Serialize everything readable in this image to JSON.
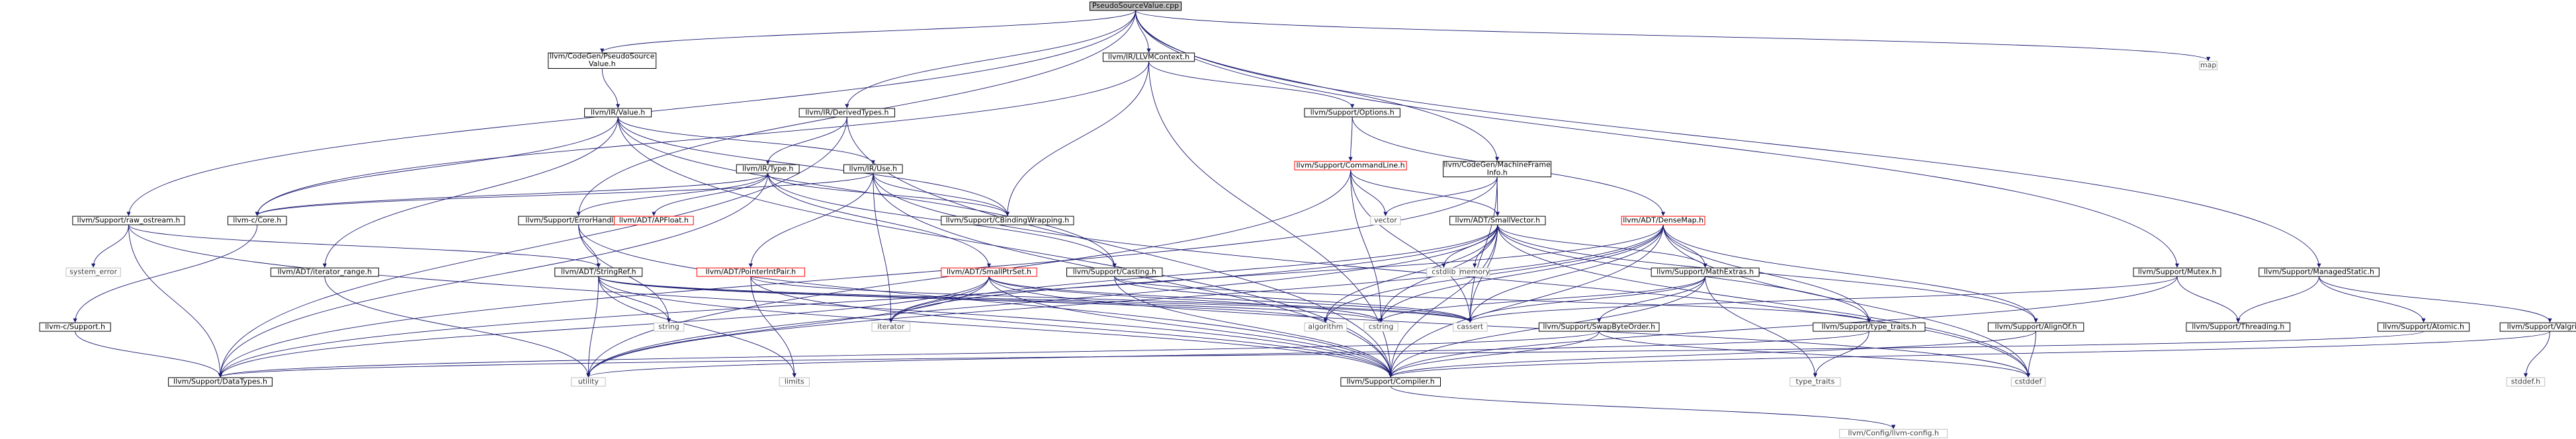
{
  "colors": {
    "edge": "#191970",
    "node_border": "#000000",
    "ext_border": "#bfbfbf",
    "ext_text": "#404040",
    "red_border": "#ff0000",
    "root_fill": "#bfbfbf",
    "node_fill": "#ffffff",
    "text": "#000000"
  },
  "graph": {
    "nodes": [
      {
        "id": "root",
        "lines": [
          "PseudoSourceValue.cpp"
        ],
        "style": "root"
      },
      {
        "id": "cg_psv",
        "lines": [
          "llvm/CodeGen/PseudoSource",
          "Value.h"
        ],
        "style": "normal"
      },
      {
        "id": "ir_llvmctx",
        "lines": [
          "llvm/IR/LLVMContext.h"
        ],
        "style": "normal"
      },
      {
        "id": "map",
        "lines": [
          "map"
        ],
        "style": "ext"
      },
      {
        "id": "ir_value",
        "lines": [
          "llvm/IR/Value.h"
        ],
        "style": "normal"
      },
      {
        "id": "ir_derived",
        "lines": [
          "llvm/IR/DerivedTypes.h"
        ],
        "style": "normal"
      },
      {
        "id": "sup_options",
        "lines": [
          "llvm/Support/Options.h"
        ],
        "style": "normal"
      },
      {
        "id": "ir_type",
        "lines": [
          "llvm/IR/Type.h"
        ],
        "style": "normal"
      },
      {
        "id": "ir_use",
        "lines": [
          "llvm/IR/Use.h"
        ],
        "style": "normal"
      },
      {
        "id": "sup_cmdline",
        "lines": [
          "llvm/Support/CommandLine.h"
        ],
        "style": "red"
      },
      {
        "id": "cg_mfi",
        "lines": [
          "llvm/CodeGen/MachineFrame",
          "Info.h"
        ],
        "style": "normal"
      },
      {
        "id": "sup_raw",
        "lines": [
          "llvm/Support/raw_ostream.h"
        ],
        "style": "normal"
      },
      {
        "id": "c_core",
        "lines": [
          "llvm-c/Core.h"
        ],
        "style": "normal"
      },
      {
        "id": "sup_err",
        "lines": [
          "llvm/Support/ErrorHandling.h"
        ],
        "style": "normal"
      },
      {
        "id": "adt_apfloat",
        "lines": [
          "llvm/ADT/APFloat.h"
        ],
        "style": "red"
      },
      {
        "id": "sup_cbind",
        "lines": [
          "llvm/Support/CBindingWrapping.h"
        ],
        "style": "normal"
      },
      {
        "id": "vector",
        "lines": [
          "vector"
        ],
        "style": "ext"
      },
      {
        "id": "adt_smallvec",
        "lines": [
          "llvm/ADT/SmallVector.h"
        ],
        "style": "normal"
      },
      {
        "id": "adt_densemap",
        "lines": [
          "llvm/ADT/DenseMap.h"
        ],
        "style": "red"
      },
      {
        "id": "system_error",
        "lines": [
          "system_error"
        ],
        "style": "ext"
      },
      {
        "id": "adt_iterrange",
        "lines": [
          "llvm/ADT/iterator_range.h"
        ],
        "style": "normal"
      },
      {
        "id": "adt_stringref",
        "lines": [
          "llvm/ADT/StringRef.h"
        ],
        "style": "normal"
      },
      {
        "id": "adt_ptrint",
        "lines": [
          "llvm/ADT/PointerIntPair.h"
        ],
        "style": "red"
      },
      {
        "id": "adt_smallptr",
        "lines": [
          "llvm/ADT/SmallPtrSet.h"
        ],
        "style": "red"
      },
      {
        "id": "sup_casting",
        "lines": [
          "llvm/Support/Casting.h"
        ],
        "style": "normal"
      },
      {
        "id": "cstdlib",
        "lines": [
          "cstdlib"
        ],
        "style": "ext"
      },
      {
        "id": "memory",
        "lines": [
          "memory"
        ],
        "style": "ext"
      },
      {
        "id": "sup_mathextras",
        "lines": [
          "llvm/Support/MathExtras.h"
        ],
        "style": "normal"
      },
      {
        "id": "sup_mutex",
        "lines": [
          "llvm/Support/Mutex.h"
        ],
        "style": "normal"
      },
      {
        "id": "sup_managed",
        "lines": [
          "llvm/Support/ManagedStatic.h"
        ],
        "style": "normal"
      },
      {
        "id": "c_support",
        "lines": [
          "llvm-c/Support.h"
        ],
        "style": "normal"
      },
      {
        "id": "string",
        "lines": [
          "string"
        ],
        "style": "ext"
      },
      {
        "id": "iterator",
        "lines": [
          "iterator"
        ],
        "style": "ext"
      },
      {
        "id": "algorithm",
        "lines": [
          "algorithm"
        ],
        "style": "ext"
      },
      {
        "id": "cstring",
        "lines": [
          "cstring"
        ],
        "style": "ext"
      },
      {
        "id": "cassert",
        "lines": [
          "cassert"
        ],
        "style": "ext"
      },
      {
        "id": "sup_swap",
        "lines": [
          "llvm/Support/SwapByteOrder.h"
        ],
        "style": "normal"
      },
      {
        "id": "sup_typetraits",
        "lines": [
          "llvm/Support/type_traits.h"
        ],
        "style": "normal"
      },
      {
        "id": "sup_alignof",
        "lines": [
          "llvm/Support/AlignOf.h"
        ],
        "style": "normal"
      },
      {
        "id": "sup_threading",
        "lines": [
          "llvm/Support/Threading.h"
        ],
        "style": "normal"
      },
      {
        "id": "sup_atomic",
        "lines": [
          "llvm/Support/Atomic.h"
        ],
        "style": "normal"
      },
      {
        "id": "sup_valgrind",
        "lines": [
          "llvm/Support/Valgrind.h"
        ],
        "style": "normal"
      },
      {
        "id": "sup_datatypes",
        "lines": [
          "llvm/Support/DataTypes.h"
        ],
        "style": "normal"
      },
      {
        "id": "utility",
        "lines": [
          "utility"
        ],
        "style": "ext"
      },
      {
        "id": "limits",
        "lines": [
          "limits"
        ],
        "style": "ext"
      },
      {
        "id": "sup_compiler",
        "lines": [
          "llvm/Support/Compiler.h"
        ],
        "style": "normal"
      },
      {
        "id": "type_traits",
        "lines": [
          "type_traits"
        ],
        "style": "ext"
      },
      {
        "id": "cstddef",
        "lines": [
          "cstddef"
        ],
        "style": "ext"
      },
      {
        "id": "stddef",
        "lines": [
          "stddef.h"
        ],
        "style": "ext"
      },
      {
        "id": "cfg_llvmconfig",
        "lines": [
          "llvm/Config/llvm-config.h"
        ],
        "style": "ext"
      }
    ],
    "edges": [
      [
        "root",
        "cg_psv"
      ],
      [
        "root",
        "ir_llvmctx"
      ],
      [
        "root",
        "map"
      ],
      [
        "root",
        "ir_derived"
      ],
      [
        "root",
        "cg_mfi"
      ],
      [
        "root",
        "sup_raw"
      ],
      [
        "root",
        "sup_err"
      ],
      [
        "root",
        "sup_mutex"
      ],
      [
        "root",
        "sup_managed"
      ],
      [
        "cg_psv",
        "ir_value"
      ],
      [
        "ir_llvmctx",
        "sup_options"
      ],
      [
        "ir_llvmctx",
        "c_core"
      ],
      [
        "ir_llvmctx",
        "sup_cbind"
      ],
      [
        "ir_llvmctx",
        "sup_compiler"
      ],
      [
        "ir_value",
        "ir_use"
      ],
      [
        "ir_value",
        "c_core"
      ],
      [
        "ir_value",
        "sup_cbind"
      ],
      [
        "ir_value",
        "sup_casting"
      ],
      [
        "ir_value",
        "sup_compiler"
      ],
      [
        "ir_value",
        "adt_iterrange"
      ],
      [
        "ir_derived",
        "ir_type"
      ],
      [
        "ir_derived",
        "sup_datatypes"
      ],
      [
        "ir_derived",
        "sup_compiler"
      ],
      [
        "sup_options",
        "sup_cmdline"
      ],
      [
        "sup_options",
        "adt_densemap"
      ],
      [
        "ir_type",
        "c_core"
      ],
      [
        "ir_type",
        "sup_err"
      ],
      [
        "ir_type",
        "adt_apfloat"
      ],
      [
        "ir_type",
        "sup_cbind"
      ],
      [
        "ir_type",
        "sup_casting"
      ],
      [
        "ir_type",
        "sup_datatypes"
      ],
      [
        "ir_type",
        "adt_smallptr"
      ],
      [
        "ir_use",
        "c_core"
      ],
      [
        "ir_use",
        "sup_cbind"
      ],
      [
        "ir_use",
        "adt_ptrint"
      ],
      [
        "ir_use",
        "sup_compiler"
      ],
      [
        "ir_use",
        "iterator"
      ],
      [
        "ir_use",
        "cstddef"
      ],
      [
        "sup_cmdline",
        "adt_smallvec"
      ],
      [
        "sup_cmdline",
        "vector"
      ],
      [
        "sup_cmdline",
        "cassert"
      ],
      [
        "sup_cmdline",
        "utility"
      ],
      [
        "sup_cmdline",
        "cstring"
      ],
      [
        "cg_mfi",
        "adt_smallvec"
      ],
      [
        "cg_mfi",
        "sup_datatypes"
      ],
      [
        "cg_mfi",
        "cassert"
      ],
      [
        "cg_mfi",
        "vector"
      ],
      [
        "sup_raw",
        "adt_stringref"
      ],
      [
        "sup_raw",
        "sup_compiler"
      ],
      [
        "sup_raw",
        "system_error"
      ],
      [
        "sup_raw",
        "sup_datatypes"
      ],
      [
        "c_core",
        "c_support"
      ],
      [
        "sup_err",
        "adt_stringref"
      ],
      [
        "sup_err",
        "sup_compiler"
      ],
      [
        "sup_err",
        "string"
      ],
      [
        "sup_casting",
        "sup_compiler"
      ],
      [
        "sup_casting",
        "sup_typetraits"
      ],
      [
        "sup_casting",
        "cassert"
      ],
      [
        "adt_smallvec",
        "sup_alignof"
      ],
      [
        "adt_smallvec",
        "sup_compiler"
      ],
      [
        "adt_smallvec",
        "sup_mathextras"
      ],
      [
        "adt_smallvec",
        "algorithm"
      ],
      [
        "adt_smallvec",
        "cassert"
      ],
      [
        "adt_smallvec",
        "cstddef"
      ],
      [
        "adt_smallvec",
        "cstdlib"
      ],
      [
        "adt_smallvec",
        "cstring"
      ],
      [
        "adt_smallvec",
        "iterator"
      ],
      [
        "adt_smallvec",
        "memory"
      ],
      [
        "adt_smallvec",
        "sup_typetraits"
      ],
      [
        "adt_smallvec",
        "sup_datatypes"
      ],
      [
        "adt_smallvec",
        "utility"
      ],
      [
        "adt_densemap",
        "sup_mathextras"
      ],
      [
        "adt_densemap",
        "sup_alignof"
      ],
      [
        "adt_densemap",
        "sup_compiler"
      ],
      [
        "adt_densemap",
        "sup_typetraits"
      ],
      [
        "adt_densemap",
        "algorithm"
      ],
      [
        "adt_densemap",
        "cassert"
      ],
      [
        "adt_densemap",
        "cstddef"
      ],
      [
        "adt_densemap",
        "iterator"
      ],
      [
        "adt_densemap",
        "utility"
      ],
      [
        "adt_densemap",
        "cstring"
      ],
      [
        "adt_iterrange",
        "utility"
      ],
      [
        "adt_stringref",
        "sup_compiler"
      ],
      [
        "adt_stringref",
        "algorithm"
      ],
      [
        "adt_stringref",
        "cassert"
      ],
      [
        "adt_stringref",
        "cstring"
      ],
      [
        "adt_stringref",
        "limits"
      ],
      [
        "adt_stringref",
        "string"
      ],
      [
        "adt_stringref",
        "utility"
      ],
      [
        "adt_ptrint",
        "sup_compiler"
      ],
      [
        "adt_ptrint",
        "cassert"
      ],
      [
        "adt_ptrint",
        "limits"
      ],
      [
        "adt_smallptr",
        "sup_compiler"
      ],
      [
        "adt_smallptr",
        "sup_datatypes"
      ],
      [
        "adt_smallptr",
        "cassert"
      ],
      [
        "adt_smallptr",
        "cstddef"
      ],
      [
        "adt_smallptr",
        "cstring"
      ],
      [
        "adt_smallptr",
        "iterator"
      ],
      [
        "adt_smallptr",
        "utility"
      ],
      [
        "sup_mathextras",
        "sup_compiler"
      ],
      [
        "sup_mathextras",
        "sup_swap"
      ],
      [
        "sup_mathextras",
        "cassert"
      ],
      [
        "sup_mathextras",
        "cstring"
      ],
      [
        "sup_mathextras",
        "type_traits"
      ],
      [
        "sup_mutex",
        "sup_compiler"
      ],
      [
        "sup_mutex",
        "sup_threading"
      ],
      [
        "sup_mutex",
        "cassert"
      ],
      [
        "sup_managed",
        "sup_atomic"
      ],
      [
        "sup_managed",
        "sup_threading"
      ],
      [
        "sup_managed",
        "sup_valgrind"
      ],
      [
        "c_support",
        "sup_datatypes"
      ],
      [
        "sup_swap",
        "sup_compiler"
      ],
      [
        "sup_swap",
        "sup_datatypes"
      ],
      [
        "sup_swap",
        "cstddef"
      ],
      [
        "sup_typetraits",
        "utility"
      ],
      [
        "sup_typetraits",
        "type_traits"
      ],
      [
        "sup_alignof",
        "sup_compiler"
      ],
      [
        "sup_alignof",
        "cstddef"
      ],
      [
        "sup_atomic",
        "sup_datatypes"
      ],
      [
        "sup_valgrind",
        "sup_compiler"
      ],
      [
        "sup_valgrind",
        "stddef"
      ],
      [
        "sup_compiler",
        "cfg_llvmconfig"
      ]
    ]
  }
}
